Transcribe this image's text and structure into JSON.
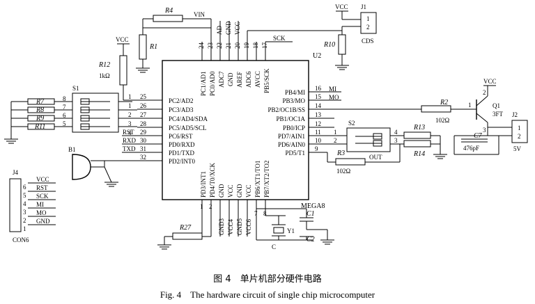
{
  "chip": {
    "ref": "U2",
    "model": "MEGA8",
    "left_pins": [
      {
        "num": "25",
        "name": "PC2/AD2"
      },
      {
        "num": "26",
        "name": "PC3/AD3"
      },
      {
        "num": "27",
        "name": "PC4/AD4/SDA"
      },
      {
        "num": "28",
        "name": "PC5/AD5/SCL"
      },
      {
        "num": "29",
        "name": "PC6/RST"
      },
      {
        "num": "30",
        "name": "PD0/RXD"
      },
      {
        "num": "31",
        "name": "PD1/TXD"
      },
      {
        "num": "32",
        "name": "PD2/INT0"
      }
    ],
    "left_top_pin_num": "1",
    "left_nets": [
      "RST",
      "RXD",
      "TXD"
    ],
    "top_pins": [
      {
        "num": "24",
        "name": "PC1/AD1"
      },
      {
        "num": "23",
        "name": "PC0/AD0"
      },
      {
        "num": "22",
        "name": "ADC7"
      },
      {
        "num": "21",
        "name": "GND"
      },
      {
        "num": "20",
        "name": "AREF"
      },
      {
        "num": "19",
        "name": "ADC6"
      },
      {
        "num": "18",
        "name": "AVCC"
      },
      {
        "num": "17",
        "name": "PB5/SCK"
      }
    ],
    "top_nets": [
      "AD",
      "GND",
      "VCC"
    ],
    "right_pins": [
      {
        "num": "16",
        "name": "PB4/MI"
      },
      {
        "num": "15",
        "name": "PB3/MO"
      },
      {
        "num": "14",
        "name": "PB2/OC1B/SS"
      },
      {
        "num": "13",
        "name": "PB1/OC1A"
      },
      {
        "num": "12",
        "name": "PB0/ICP"
      },
      {
        "num": "11",
        "name": "PD7/AIN1"
      },
      {
        "num": "10",
        "name": "PD6/AIN0"
      },
      {
        "num": "9",
        "name": "PD5/T1"
      }
    ],
    "right_nets": [
      "MI",
      "MO"
    ],
    "bottom_pins": [
      {
        "num": "1",
        "name": "PD3/INT1"
      },
      {
        "num": "2",
        "name": "PD4/T0/XCK"
      },
      {
        "num": "3",
        "name": "GND"
      },
      {
        "num": "4",
        "name": "VCC"
      },
      {
        "num": "5",
        "name": "GND"
      },
      {
        "num": "6",
        "name": "VCC"
      },
      {
        "num": "7",
        "name": "PB6/XT1/TO1"
      },
      {
        "num": "8",
        "name": "PB7/XT2/TO2"
      }
    ],
    "bottom_nets": [
      "GND3",
      "VCC4",
      "GND5",
      "VCC6"
    ]
  },
  "parts": {
    "R4": "R4",
    "VIN": "VIN",
    "R1": "R1",
    "R12": "R12",
    "R12_value": "1kΩ",
    "R10": "R10",
    "SCK": "SCK",
    "VCC": "VCC",
    "J1": "J1",
    "J1_pins": [
      "1",
      "2"
    ],
    "CDS": "CDS",
    "S1": "S1",
    "S1_pins": [
      "8",
      "7",
      "6",
      "5"
    ],
    "R_left": [
      "R7",
      "R8",
      "R9",
      "R11"
    ],
    "B1": "B1",
    "R2": "R2",
    "R2_value": "102Ω",
    "Q1": "Q1",
    "Q1_model": "3FT",
    "Q1_pins": [
      "2",
      "1",
      "3"
    ],
    "J2": "J2",
    "J2_pins": [
      "1",
      "2"
    ],
    "J2_value": "5V",
    "S2": "S2",
    "S2_pins": [
      "1",
      "2",
      "4",
      "3"
    ],
    "S2_out": "OUT",
    "R13": "R13",
    "R14": "R14",
    "R3": "R3",
    "R3_value": "102Ω",
    "C7": "C7",
    "C7_value": "476pF",
    "J4": "J4",
    "J4_label": "CON6",
    "J4_pins": [
      {
        "num": "6",
        "net": "VCC"
      },
      {
        "num": "5",
        "net": "RST"
      },
      {
        "num": "4",
        "net": "SCK"
      },
      {
        "num": "3",
        "net": "MI"
      },
      {
        "num": "2",
        "net": "MO"
      },
      {
        "num": "1",
        "net": "GND"
      }
    ],
    "R27": "R27",
    "C1": "C1",
    "C2": "C2",
    "Y1": "Y1",
    "C": "C"
  },
  "caption": {
    "cn": "图 4　单片机部分硬件电路",
    "en": "Fig. 4　The hardware circuit of single chip microcomputer"
  }
}
